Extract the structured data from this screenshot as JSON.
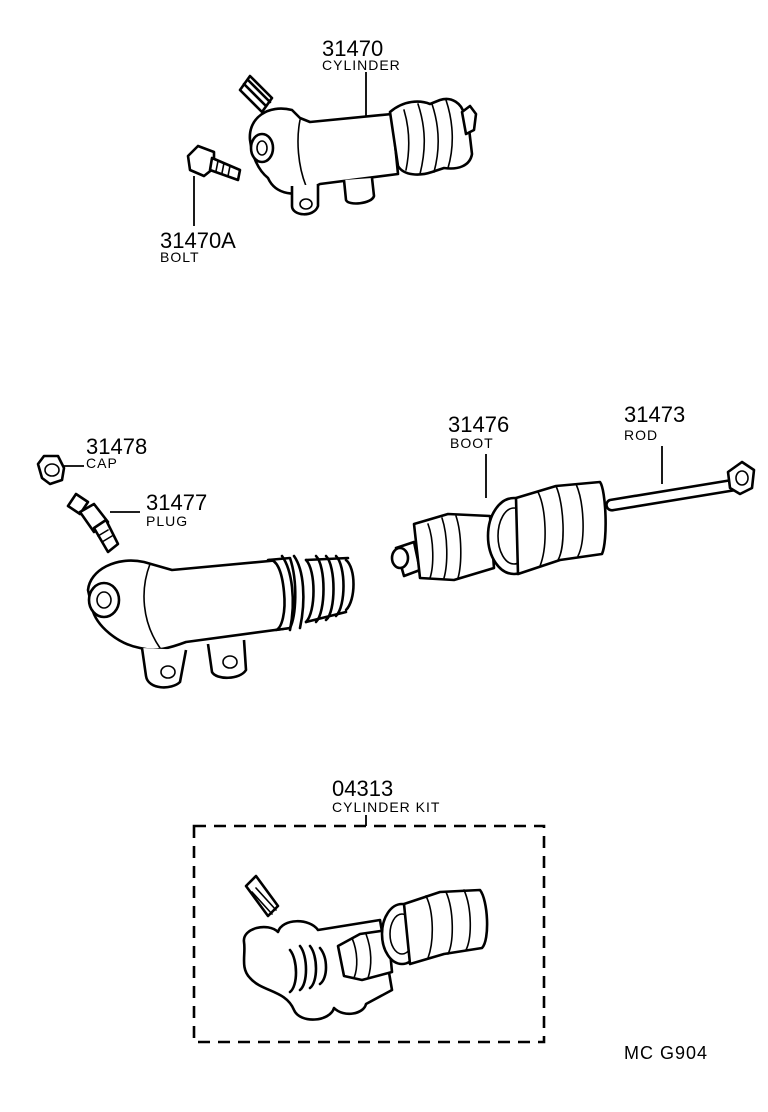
{
  "parts": {
    "cylinder": {
      "number": "31470",
      "name": "CYLINDER"
    },
    "bolt": {
      "number": "31470A",
      "name": "BOLT"
    },
    "cap": {
      "number": "31478",
      "name": "CAP"
    },
    "plug": {
      "number": "31477",
      "name": "PLUG"
    },
    "boot": {
      "number": "31476",
      "name": "BOOT"
    },
    "rod": {
      "number": "31473",
      "name": "ROD"
    },
    "cylinder_kit": {
      "number": "04313",
      "name": "CYLINDER KIT"
    }
  },
  "figure_code": "MC  G904"
}
